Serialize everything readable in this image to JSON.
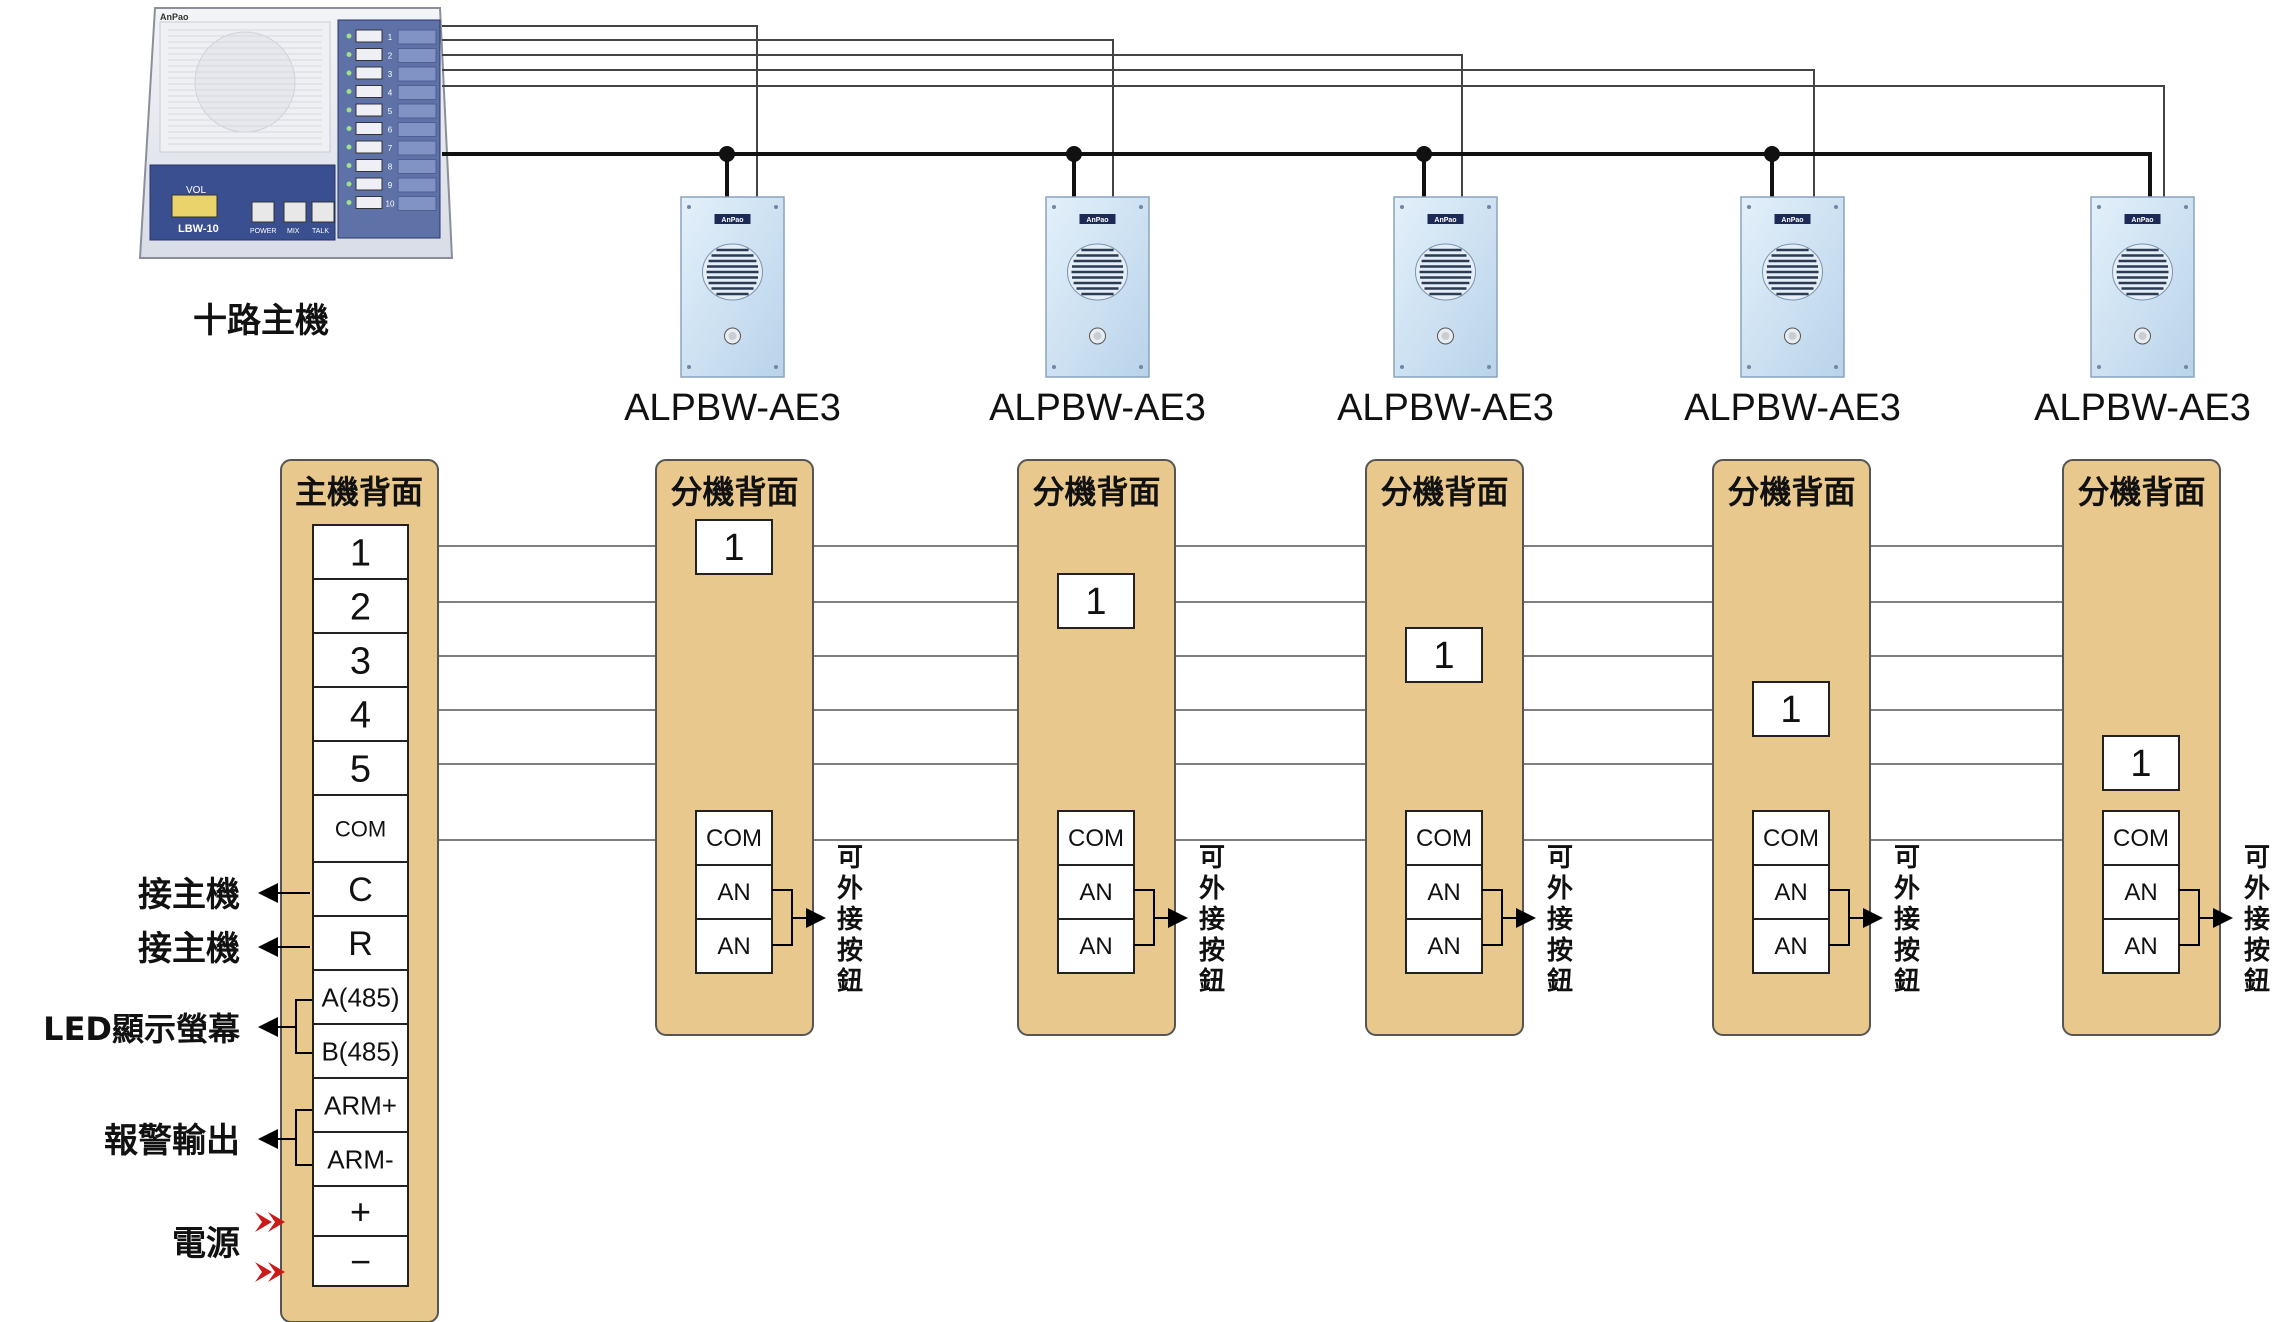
{
  "main_unit": {
    "caption": "十路主機",
    "brand": "AnPao",
    "model": "LBW-10",
    "vol_label": "VOL",
    "button_labels": [
      "POWER",
      "MIX",
      "TALK"
    ],
    "channel_numbers": [
      "1",
      "2",
      "3",
      "4",
      "5",
      "6",
      "7",
      "8",
      "9",
      "10"
    ]
  },
  "substations": {
    "model": "ALPBW-AE3",
    "brand": "AnPao",
    "count": 5
  },
  "main_back_panel": {
    "title": "主機背面",
    "terminals": [
      "1",
      "2",
      "3",
      "4",
      "5",
      "COM",
      "C",
      "R",
      "A(485)",
      "B(485)",
      "ARM+",
      "ARM-",
      "+",
      "−"
    ]
  },
  "sub_back_panel": {
    "title": "分機背面",
    "channel": "1",
    "terminals": [
      "COM",
      "AN",
      "AN"
    ],
    "external_button_note": [
      "可",
      "外",
      "接",
      "按",
      "鈕"
    ]
  },
  "side_labels": {
    "c": "接主機",
    "r": "接主機",
    "led": "LED顯示螢幕",
    "alarm": "報警輸出",
    "power": "電源"
  },
  "colors": {
    "panel_fill": "#e9c88d",
    "panel_stroke": "#555555",
    "wire": "#444444",
    "power_arrow": "#cc1a1a",
    "device_face": "#dfe4ef",
    "substation_face": "#cfe3f4"
  }
}
